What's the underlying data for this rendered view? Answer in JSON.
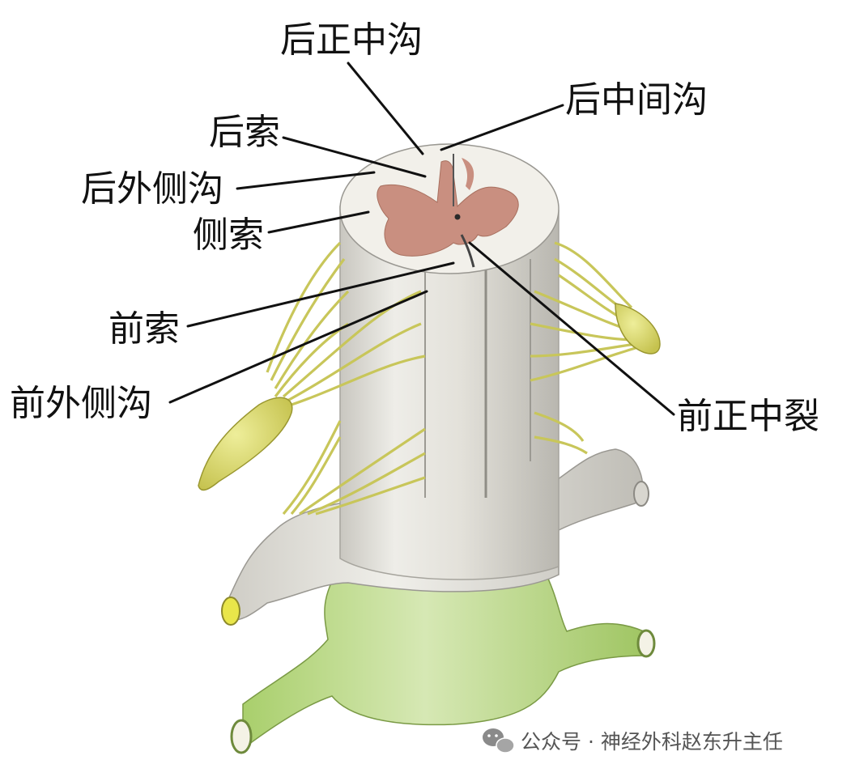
{
  "labels": {
    "posterior_median_sulcus": "后正中沟",
    "posterior_intermediate_sulcus": "后中间沟",
    "posterior_funiculus": "后索",
    "posterolateral_sulcus": "后外侧沟",
    "lateral_funiculus": "侧索",
    "anterior_funiculus": "前索",
    "anterolateral_sulcus": "前外侧沟",
    "anterior_median_fissure": "前正中裂"
  },
  "watermark": {
    "icon": "wechat-icon",
    "text": "公众号 · 神经外科赵东升主任"
  },
  "colors": {
    "white_matter": "#e8e6df",
    "gray_matter": "#c88e7e",
    "nerve_roots": "#d4d26a",
    "dura_green": "#bcd98a",
    "text": "#111111"
  }
}
